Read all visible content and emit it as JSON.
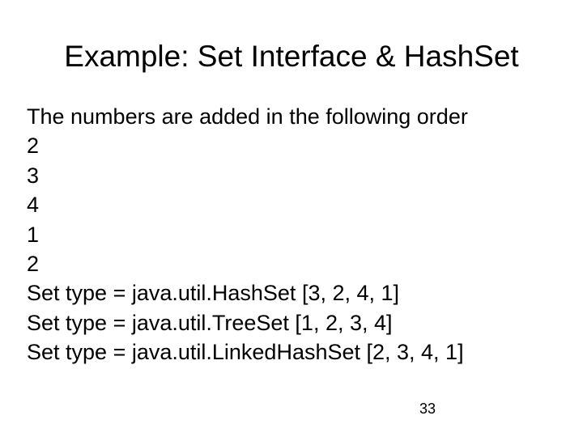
{
  "slide": {
    "title": "Example: Set Interface & HashSet",
    "page_number": "33",
    "colors": {
      "background": "#ffffff",
      "text": "#000000"
    },
    "body_lines": [
      {
        "text": "The numbers are added in the following order"
      },
      {
        "text": "2"
      },
      {
        "text": "3"
      },
      {
        "text": "4"
      },
      {
        "text": "1"
      },
      {
        "text": "2"
      },
      {
        "text": "Set type = java.util.HashSet [3, 2, 4, 1]"
      },
      {
        "text": "Set type = java.util.TreeSet [1, 2, 3, 4]"
      },
      {
        "text": "Set type = java.util.LinkedHashSet [2, 3, 4, 1]"
      }
    ]
  }
}
